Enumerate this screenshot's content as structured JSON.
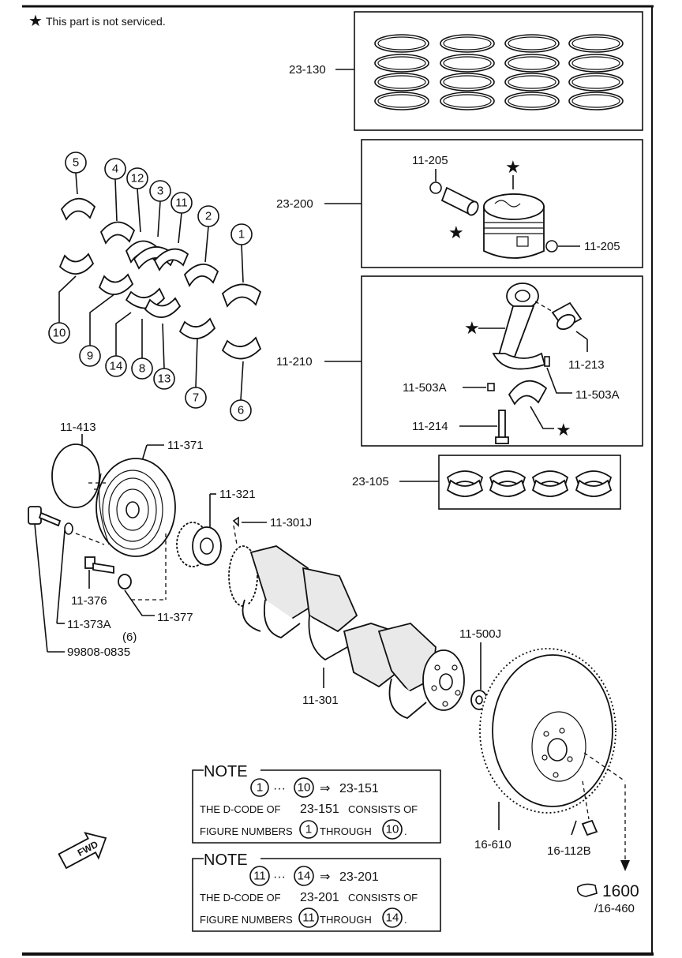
{
  "legend": {
    "star": "★",
    "text": "This part is not serviced."
  },
  "labels": {
    "p23_130": "23-130",
    "p23_200": "23-200",
    "p11_205a": "11-205",
    "p11_205b": "11-205",
    "p11_210": "11-210",
    "p11_213": "11-213",
    "p11_503a_l": "11-503A",
    "p11_503a_r": "11-503A",
    "p11_214": "11-214",
    "p23_105": "23-105",
    "p11_413": "11-413",
    "p11_371": "11-371",
    "p11_321": "11-321",
    "p11_301j": "11-301J",
    "p11_376": "11-376",
    "p11_373a": "11-373A",
    "p11_377": "11-377",
    "qty6": "(6)",
    "p99808": "99808-0835",
    "p11_301": "11-301",
    "p11_500j": "11-500J",
    "p16_610": "16-610",
    "p16_112b": "16-112B",
    "ref1600": "1600",
    "ref16_460": "/16-460"
  },
  "callouts": [
    "1",
    "2",
    "3",
    "4",
    "5",
    "6",
    "7",
    "8",
    "9",
    "10",
    "11",
    "12",
    "13",
    "14"
  ],
  "note1": {
    "title": "NOTE",
    "from": "1",
    "dots": "···",
    "to": "10",
    "arrow": "⇒",
    "code": "23-151",
    "line1a": "THE D-CODE OF",
    "line1b": "23-151",
    "line1c": "CONSISTS OF",
    "line2a": "FIGURE NUMBERS",
    "line2b": "THROUGH",
    "end": "."
  },
  "note2": {
    "title": "NOTE",
    "from": "11",
    "dots": "···",
    "to": "14",
    "arrow": "⇒",
    "code": "23-201",
    "line1a": "THE D-CODE OF",
    "line1b": "23-201",
    "line1c": "CONSISTS OF",
    "line2a": "FIGURE NUMBERS",
    "line2b": "THROUGH",
    "end": "."
  },
  "fwd": "FWD"
}
